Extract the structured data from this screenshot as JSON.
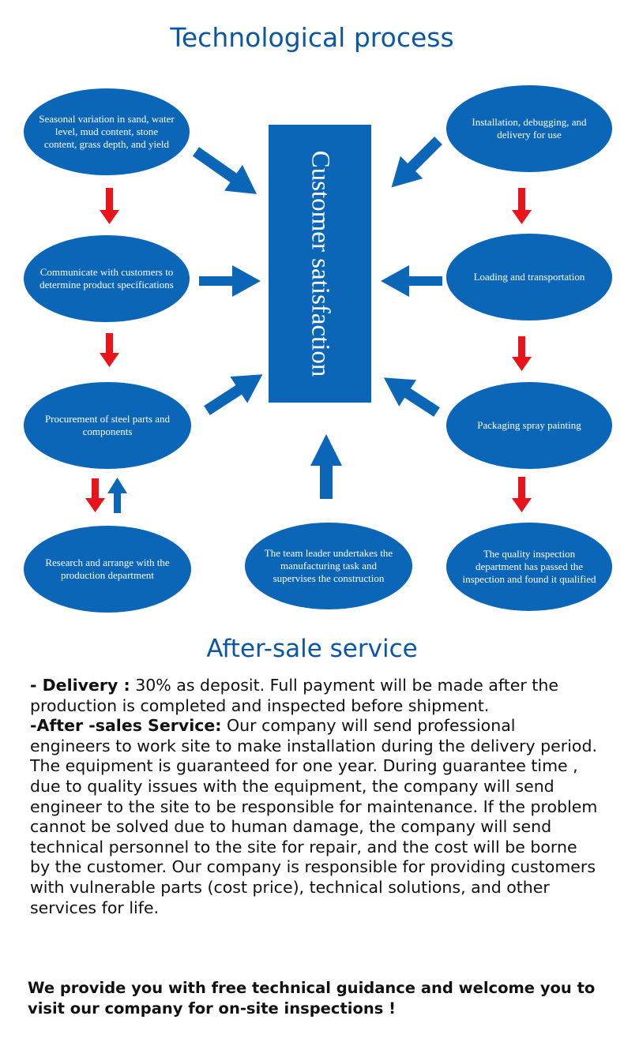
{
  "diagram": {
    "title": "Technological process",
    "center": "Customer satisfaction",
    "steps": {
      "seasonal": "Seasonal variation in sand, water level, mud content, stone content, grass depth, and yield",
      "communicate": "Communicate with customers to determine product specifications",
      "procurement": "Procurement of steel parts and components",
      "research": "Research and arrange with the production department",
      "team_leader": "The team leader undertakes the manufacturing task and supervises the construction",
      "quality": "The quality inspection department has passed the inspection and found it qualified",
      "packaging": "Packaging spray painting",
      "loading": "Loading and transportation",
      "installation": "Installation, debugging, and delivery for use"
    },
    "colors": {
      "node": "#0b66b7",
      "title": "#0b57a4",
      "flow_arrow": "#e8141b",
      "feed_arrow": "#0b66b7"
    }
  },
  "after_sale": {
    "title": "After-sale service",
    "delivery_label": "- Delivery :",
    "delivery_text": " 30% as deposit. Full payment will be made after the production is completed and inspected before shipment.",
    "service_label": "-After -sales Service:",
    "service_text": " Our company will send professional engineers to work site to make installation during the delivery period. The equipment is guaranteed for one year. During guarantee time , due to quality issues with the equipment, the company will send engineer to the site to be responsible for maintenance. If the problem cannot be solved due to human damage, the company will send technical personnel to the site for repair, and the cost will be borne by the customer. Our company is responsible for providing customers with vulnerable parts (cost price), technical solutions, and other services for life."
  },
  "closing": "We provide you with free technical guidance and welcome you to visit our company for on-site inspections !"
}
